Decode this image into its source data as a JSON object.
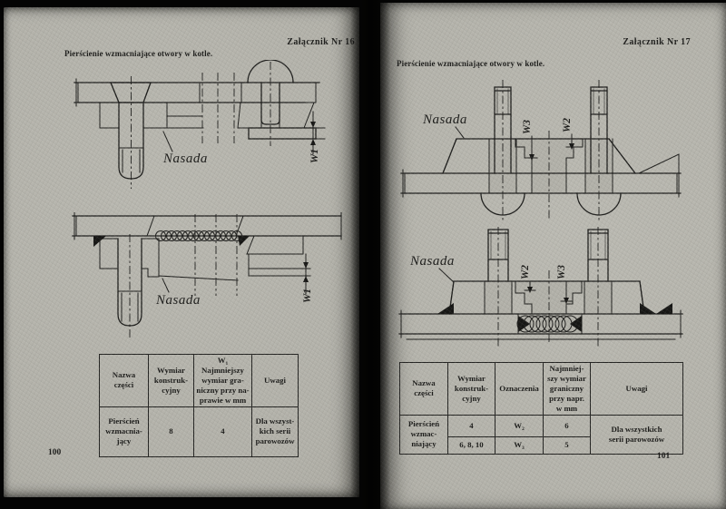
{
  "scan": {
    "paper_color": "#b2b1a9",
    "ink_color": "#1d1d1b",
    "backdrop_color": "#040404"
  },
  "left_page": {
    "attachment": "Załącznik Nr 16",
    "title": "Pierścienie wzmacniające otwory w kotle.",
    "page_number": "100",
    "drawing_top": {
      "nasada": "Nasada",
      "dim": "W1"
    },
    "drawing_bottom": {
      "nasada": "Nasada",
      "dim": "W1"
    },
    "table": {
      "headers": [
        "Nazwa\nczęści",
        "Wymiar\nkonstruk-\ncyjny",
        "W₁\nNajmniejszy\nwymiar gra-\nniczny przy na-\nprawie w mm",
        "Uwagi"
      ],
      "row": [
        "Pierścień\nwzmacnia-\njący",
        "8",
        "4",
        "Dla wszyst-\nkich serii\nparowozów"
      ]
    }
  },
  "right_page": {
    "attachment": "Załącznik Nr 17",
    "title": "Pierścienie wzmacniające otwory w kotle.",
    "page_number": "101",
    "drawing_top": {
      "nasada": "Nasada",
      "dim_left": "W3",
      "dim_right": "W2"
    },
    "drawing_bottom": {
      "nasada": "Nasada",
      "dim_left": "W2",
      "dim_right": "W3"
    },
    "table": {
      "headers": [
        "Nazwa\nczęści",
        "Wymiar\nkonstruk-\ncyjny",
        "Oznaczenia",
        "Najmniej-\nszy wymiar\ngraniczny\nprzy napr.\nw mm",
        "Uwagi"
      ],
      "name": "Pierścień\nwzmac-\nniający",
      "rows": [
        [
          "4",
          "W₂",
          "6"
        ],
        [
          "6, 8, 10",
          "W₃",
          "5"
        ]
      ],
      "uwagi": "Dla wszystkich\nserii parowozów"
    }
  }
}
